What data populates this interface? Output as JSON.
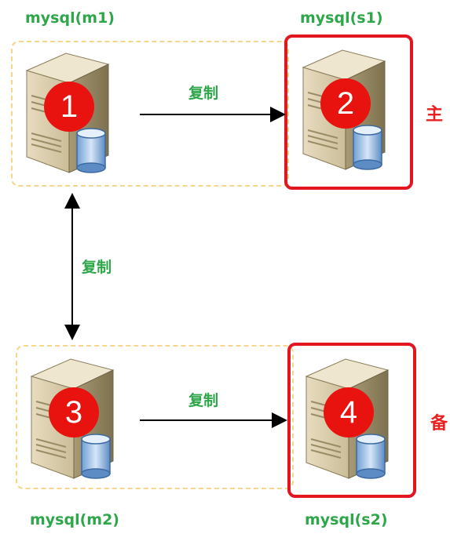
{
  "nodes": {
    "m1": {
      "label": "mysql(m1)",
      "number": "1"
    },
    "s1": {
      "label": "mysql(s1)",
      "number": "2"
    },
    "m2": {
      "label": "mysql(m2)",
      "number": "3"
    },
    "s2": {
      "label": "mysql(s2)",
      "number": "4"
    }
  },
  "edges": {
    "m1_s1": "复制",
    "m1_m2": "复制",
    "m2_s2": "复制"
  },
  "roles": {
    "top": "主",
    "bottom": "备"
  }
}
